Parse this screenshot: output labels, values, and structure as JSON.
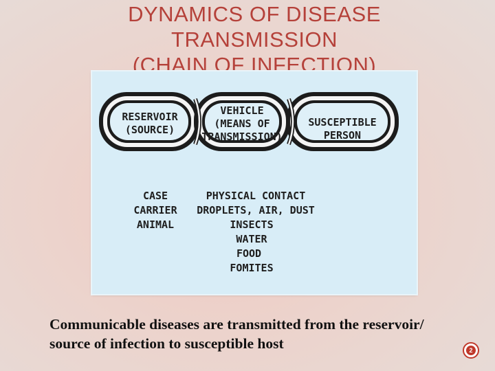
{
  "slide": {
    "title_lines": [
      "DYNAMICS OF DISEASE",
      "TRANSMISSION",
      "(CHAIN OF INFECTION)"
    ],
    "caption_lines": [
      "Communicable diseases are transmitted from the reservoir/",
      "source of infection to susceptible host"
    ],
    "page_number": "2"
  },
  "diagram": {
    "links": [
      {
        "lines": [
          "RESERVOIR",
          "(SOURCE)"
        ]
      },
      {
        "lines": [
          "VEHICLE",
          "(MEANS OF",
          "TRANSMISSION)"
        ]
      },
      {
        "lines": [
          "SUSCEPTIBLE",
          "PERSON"
        ]
      }
    ],
    "reservoir_types": [
      "CASE",
      "CARRIER",
      "ANIMAL"
    ],
    "vehicle_types": [
      "PHYSICAL CONTACT",
      "DROPLETS, AIR, DUST",
      "INSECTS",
      "WATER",
      "FOOD",
      "FOMITES"
    ]
  }
}
